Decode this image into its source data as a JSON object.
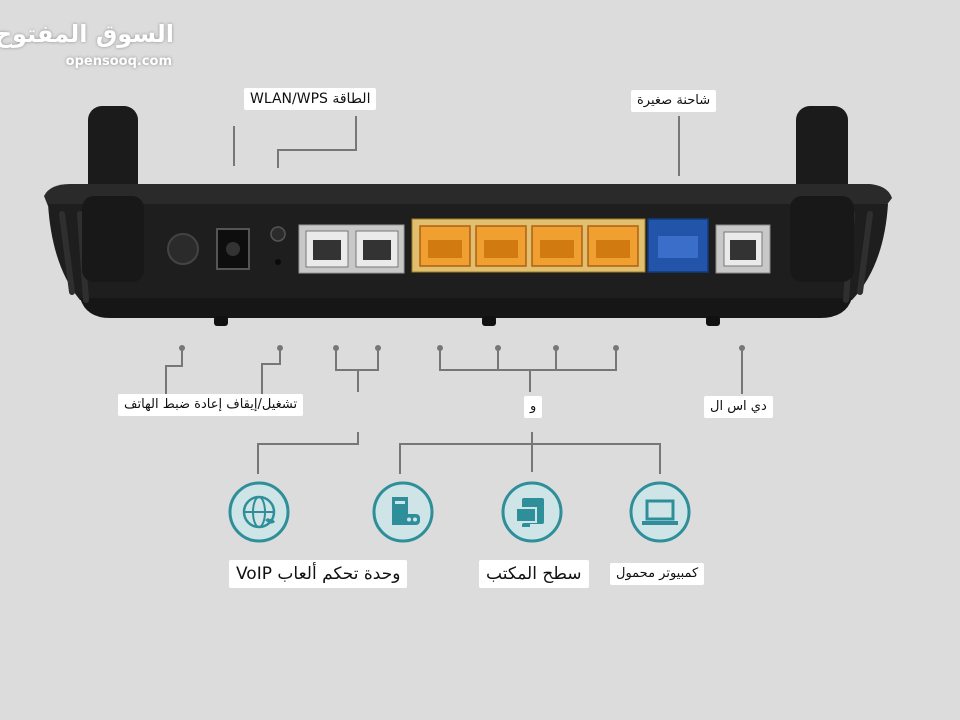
{
  "watermark": {
    "arabic": "السوق المفتوح",
    "latin": "opensooq.com"
  },
  "top_labels": {
    "power_wlan_wps": "الطاقة WLAN/WPS",
    "usb": "شاحنة صغيرة"
  },
  "bottom_labels": {
    "onoff_reset_phone": "تشغيل/إيقاف إعادة ضبط الهاتف",
    "lan": "و",
    "dsl": "دي اس ال"
  },
  "devices": [
    {
      "name": "VoIP",
      "label": "وحدة تحكم ألعاب VoIP",
      "icon": "globe-phone-icon"
    },
    {
      "name": "game-console",
      "label": "",
      "icon": "game-console-icon"
    },
    {
      "name": "desktop",
      "label": "سطح المكتب",
      "icon": "desktop-icon"
    },
    {
      "name": "laptop",
      "label": "كمبيوتر محمول",
      "icon": "laptop-icon"
    }
  ],
  "colors": {
    "background": "#dcdcdc",
    "router_body": "#222222",
    "lan_ports": "#f0a030",
    "wan_port": "#2255aa",
    "icon_teal": "#2e8f9a",
    "line_gray": "#777777"
  }
}
